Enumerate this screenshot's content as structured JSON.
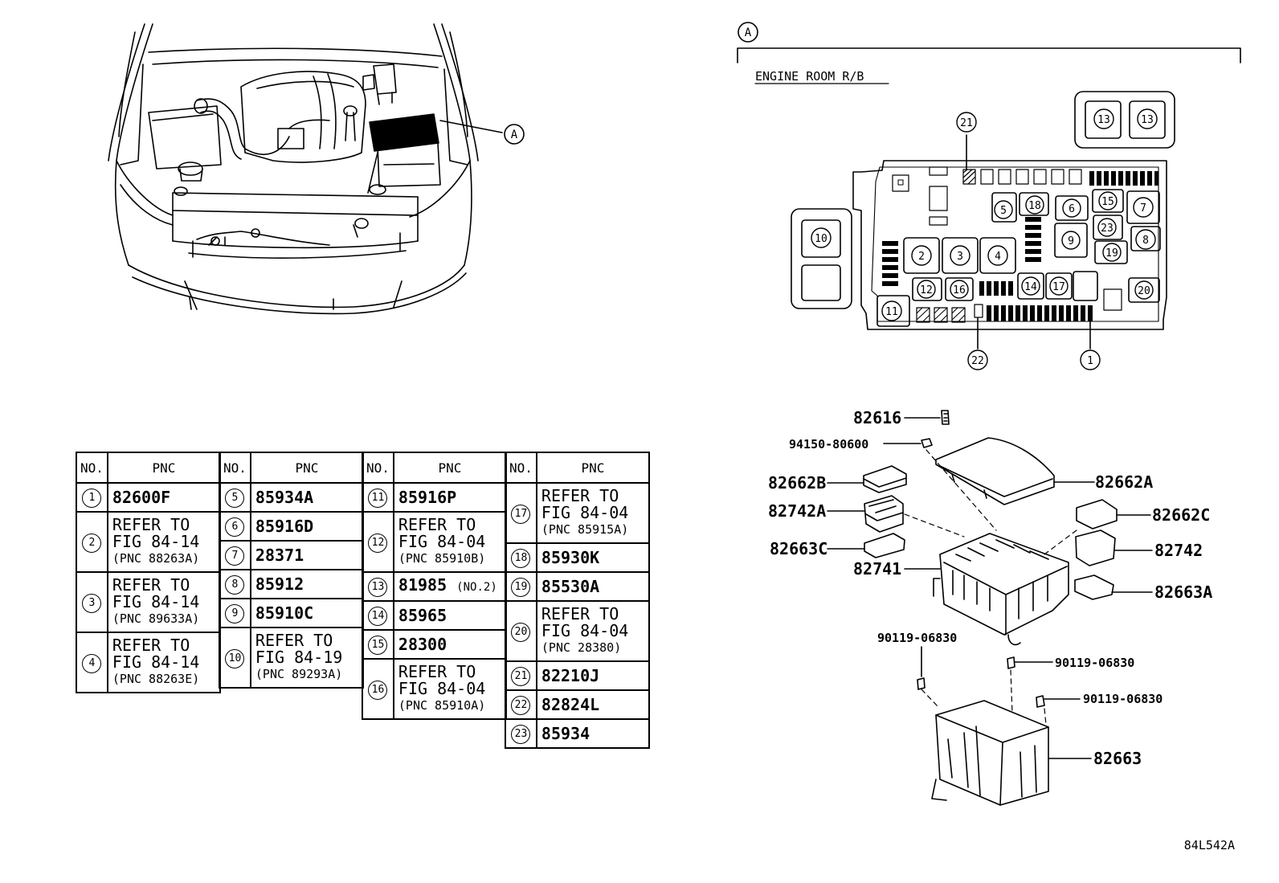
{
  "callout_letter": "A",
  "relay_block_title": "ENGINE ROOM R/B",
  "figure_code": "84L542A",
  "block_numbers": [
    "21",
    "13",
    "13",
    "5",
    "18",
    "6",
    "15",
    "7",
    "23",
    "10",
    "9",
    "8",
    "19",
    "2",
    "3",
    "4",
    "12",
    "16",
    "14",
    "17",
    "20",
    "11",
    "22",
    "1"
  ],
  "part_labels": {
    "p82616": "82616",
    "p94150": "94150-80600",
    "p82662B": "82662B",
    "p82662A": "82662A",
    "p82742A": "82742A",
    "p82662C": "82662C",
    "p82663C": "82663C",
    "p82742": "82742",
    "p82741": "82741",
    "p82663A": "82663A",
    "p90119a": "90119-06830",
    "p90119b": "90119-06830",
    "p90119c": "90119-06830",
    "p82663": "82663"
  },
  "table": {
    "header_no": "NO.",
    "header_pnc": "PNC",
    "col1": [
      {
        "no": "1",
        "lines": [
          "82600F"
        ]
      },
      {
        "no": "2",
        "lines": [
          "REFER TO",
          "FIG 84-14",
          "(PNC 88263A)"
        ]
      },
      {
        "no": "3",
        "lines": [
          "REFER TO",
          "FIG 84-14",
          "(PNC 89633A)"
        ]
      },
      {
        "no": "4",
        "lines": [
          "REFER TO",
          "FIG 84-14",
          "(PNC 88263E)"
        ]
      }
    ],
    "col2": [
      {
        "no": "5",
        "lines": [
          "85934A"
        ]
      },
      {
        "no": "6",
        "lines": [
          "85916D"
        ]
      },
      {
        "no": "7",
        "lines": [
          "28371"
        ]
      },
      {
        "no": "8",
        "lines": [
          "85912"
        ]
      },
      {
        "no": "9",
        "lines": [
          "85910C"
        ]
      },
      {
        "no": "10",
        "lines": [
          "REFER TO",
          "FIG 84-19",
          "(PNC 89293A)"
        ]
      }
    ],
    "col3": [
      {
        "no": "11",
        "lines": [
          "85916P"
        ]
      },
      {
        "no": "12",
        "lines": [
          "REFER TO",
          "FIG 84-04",
          "(PNC 85910B)"
        ]
      },
      {
        "no": "13",
        "lines": [
          "81985"
        ],
        "note": "(NO.2)"
      },
      {
        "no": "14",
        "lines": [
          "85965"
        ]
      },
      {
        "no": "15",
        "lines": [
          "28300"
        ]
      },
      {
        "no": "16",
        "lines": [
          "REFER TO",
          "FIG 84-04",
          "(PNC 85910A)"
        ]
      }
    ],
    "col4": [
      {
        "no": "17",
        "lines": [
          "REFER TO",
          "FIG 84-04",
          "(PNC 85915A)"
        ]
      },
      {
        "no": "18",
        "lines": [
          "85930K"
        ]
      },
      {
        "no": "19",
        "lines": [
          "85530A"
        ]
      },
      {
        "no": "20",
        "lines": [
          "REFER TO",
          "FIG 84-04",
          "(PNC 28380)"
        ]
      },
      {
        "no": "21",
        "lines": [
          "82210J"
        ]
      },
      {
        "no": "22",
        "lines": [
          "82824L"
        ]
      },
      {
        "no": "23",
        "lines": [
          "85934"
        ]
      }
    ]
  }
}
